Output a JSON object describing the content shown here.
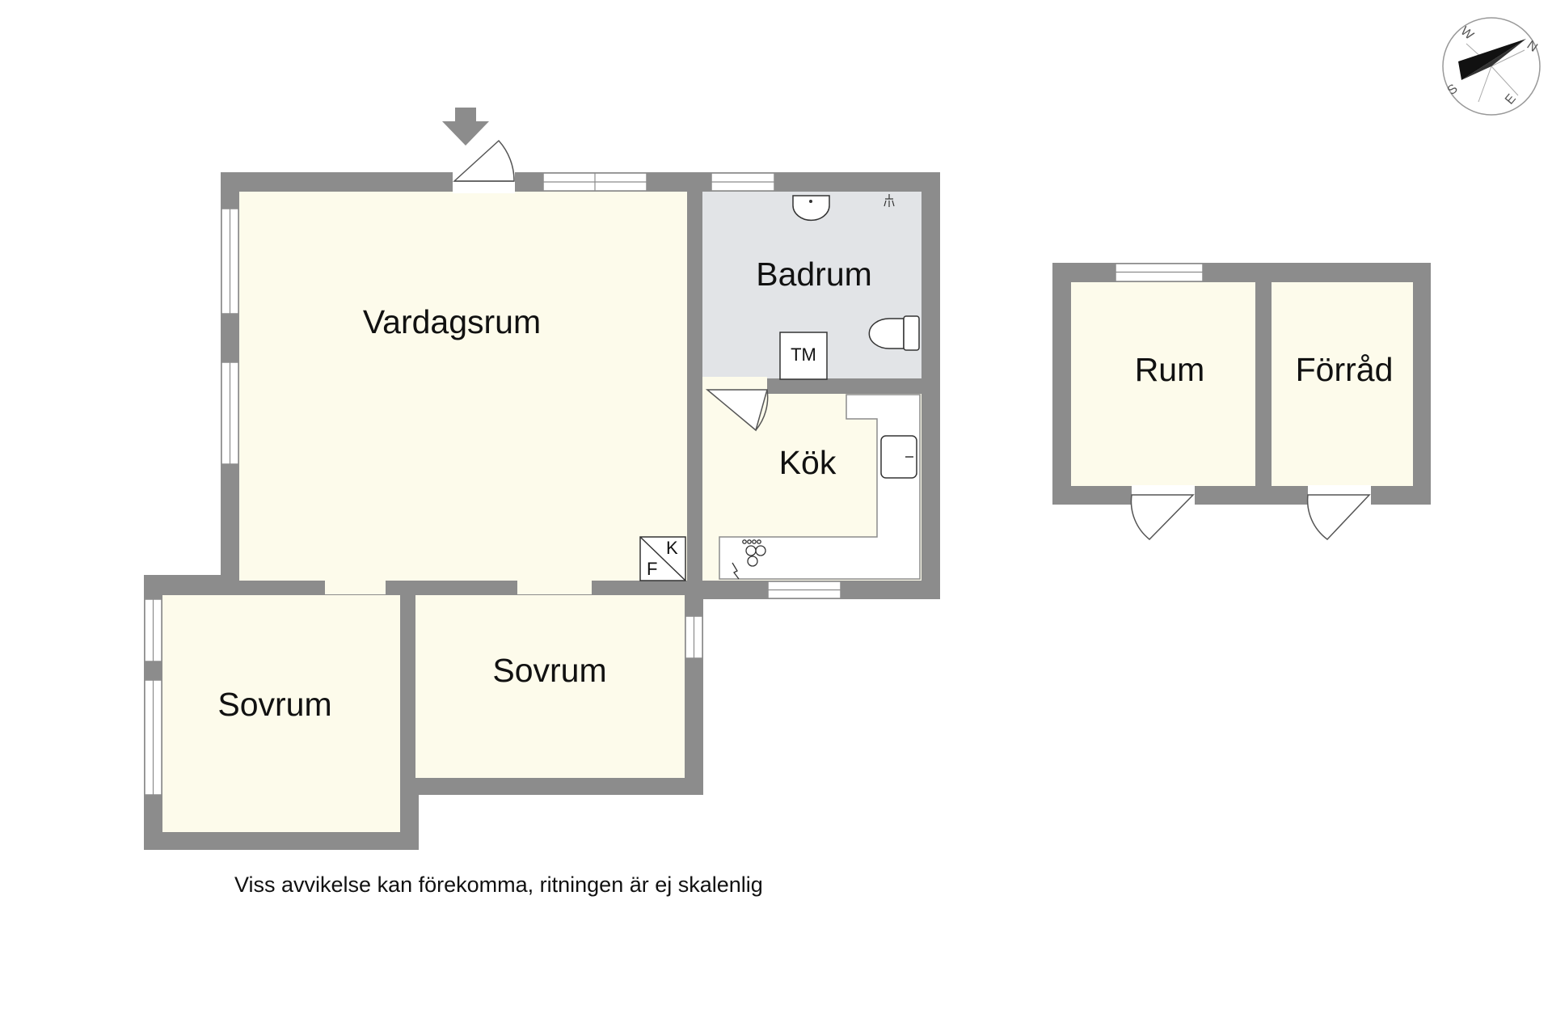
{
  "colors": {
    "wall": "#8c8c8c",
    "floor": "#fdfbeb",
    "bathroom_floor": "#e2e4e7",
    "window": "#ffffff",
    "fixture_stroke": "#333333"
  },
  "rooms": {
    "vardagsrum": "Vardagsrum",
    "badrum": "Badrum",
    "kok": "Kök",
    "sovrum_left": "Sovrum",
    "sovrum_right": "Sovrum",
    "rum": "Rum",
    "forrad": "Förråd"
  },
  "fixtures": {
    "tm": "TM",
    "fk_f": "F",
    "fk_k": "K"
  },
  "compass": {
    "n": "N",
    "e": "E",
    "s": "S",
    "w": "W"
  },
  "disclaimer": "Viss avvikelse kan förekomma, ritningen är ej skalenlig"
}
